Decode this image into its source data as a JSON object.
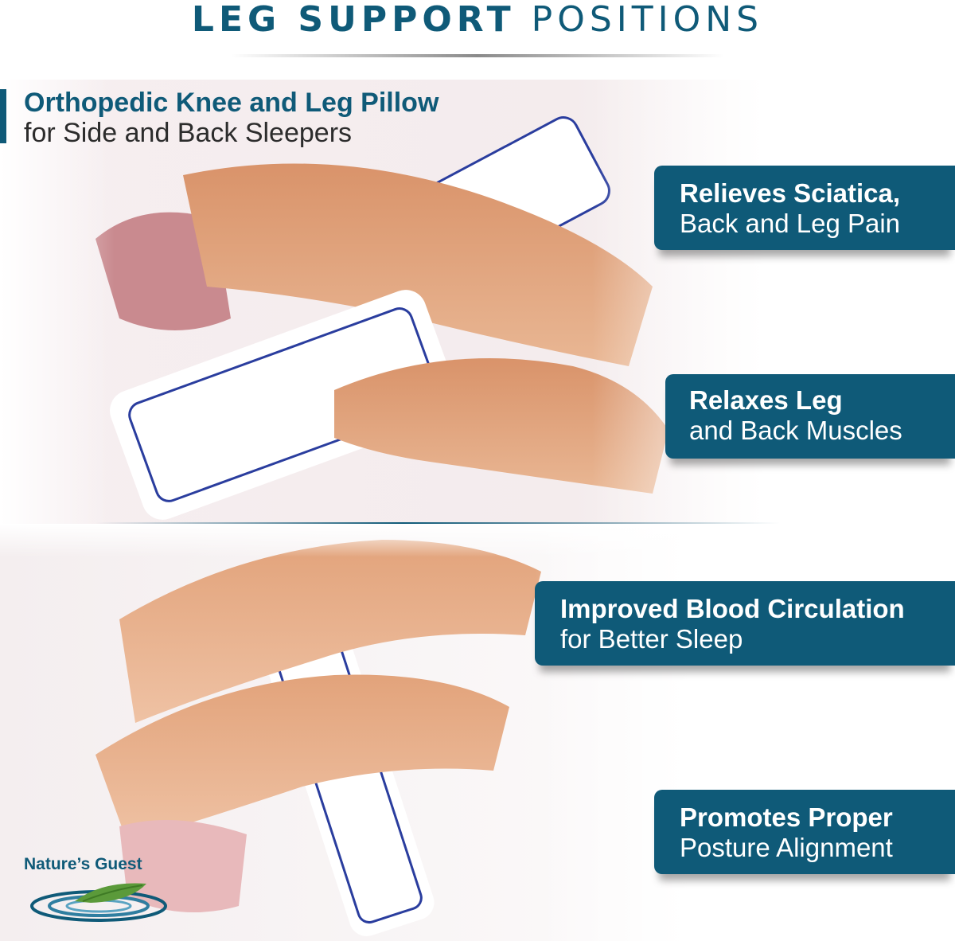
{
  "header": {
    "title_bold": "LEG SUPPORT",
    "title_light": "POSITIONS"
  },
  "subtitle": {
    "line1": "Orthopedic Knee and Leg Pillow",
    "line2": "for Side and Back Sleepers"
  },
  "benefits": [
    {
      "bold": "Relieves Sciatica,",
      "regular": "Back and Leg Pain"
    },
    {
      "bold": "Relaxes Leg",
      "regular": "and Back Muscles"
    },
    {
      "bold": "Improved Blood Circulation",
      "regular": "for Better Sleep"
    },
    {
      "bold": "Promotes Proper",
      "regular": "Posture Alignment"
    }
  ],
  "brand": {
    "name": "Nature’s Guest",
    "logo_icon": "leaf-water-icon"
  },
  "colors": {
    "accent": "#0f5a78",
    "box_text": "#ffffff",
    "pillow_piping": "#2a3d9e",
    "skin": "#e3a77f"
  }
}
